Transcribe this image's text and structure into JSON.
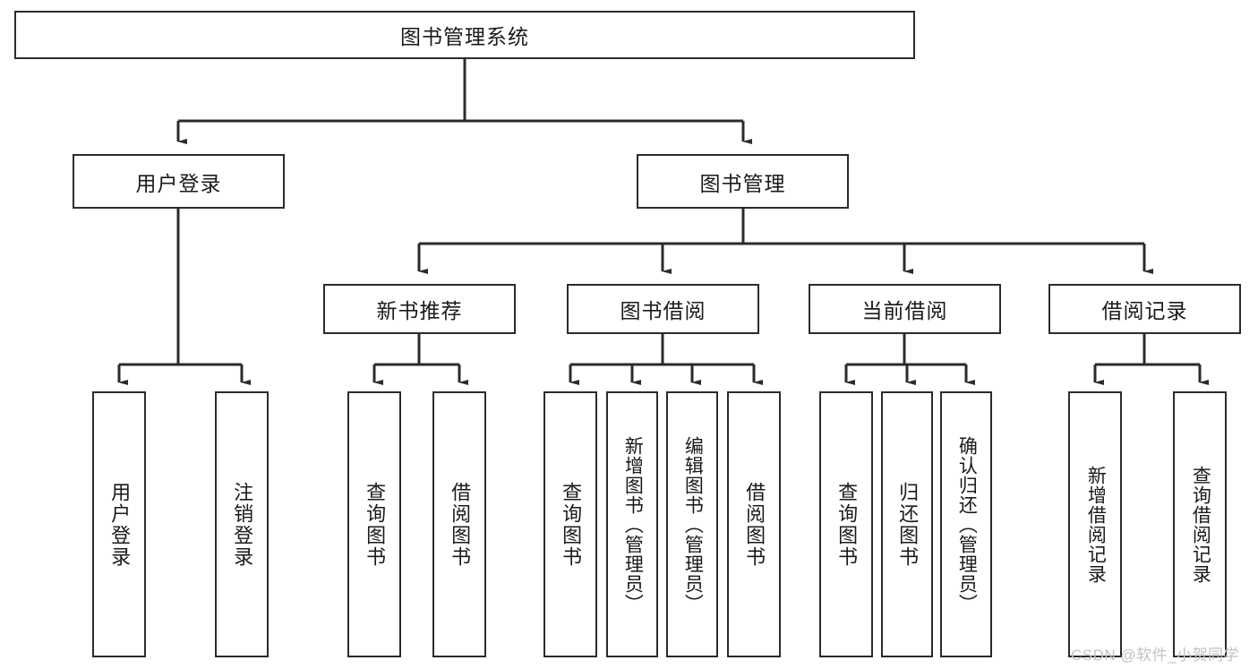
{
  "diagram": {
    "title": "图书管理系统",
    "type": "tree-hierarchy",
    "root": {
      "label": "图书管理系统"
    },
    "level2": [
      {
        "label": "用户登录"
      },
      {
        "label": "图书管理"
      }
    ],
    "level3": [
      {
        "label": "新书推荐"
      },
      {
        "label": "图书借阅"
      },
      {
        "label": "当前借阅"
      },
      {
        "label": "借阅记录"
      }
    ],
    "leaves": {
      "user_login": [
        {
          "label": "用户登录"
        },
        {
          "label": "注销登录"
        }
      ],
      "new_book_recommend": [
        {
          "label": "查询图书"
        },
        {
          "label": "借阅图书"
        }
      ],
      "book_borrow": [
        {
          "label": "查询图书"
        },
        {
          "label": "新增图书（管理员）"
        },
        {
          "label": "编辑图书（管理员）"
        },
        {
          "label": "借阅图书"
        }
      ],
      "current_borrow": [
        {
          "label": "查询图书"
        },
        {
          "label": "归还图书"
        },
        {
          "label": "确认归还（管理员）"
        }
      ],
      "borrow_record": [
        {
          "label": "新增借阅记录"
        },
        {
          "label": "查询借阅记录"
        }
      ]
    }
  },
  "watermark": {
    "text": "CSDN @软件_小贺同学"
  },
  "colors": {
    "stroke": "#2b2b2b",
    "background": "#ffffff",
    "text": "#1a1a1a",
    "watermark": "#c2c2c2"
  }
}
